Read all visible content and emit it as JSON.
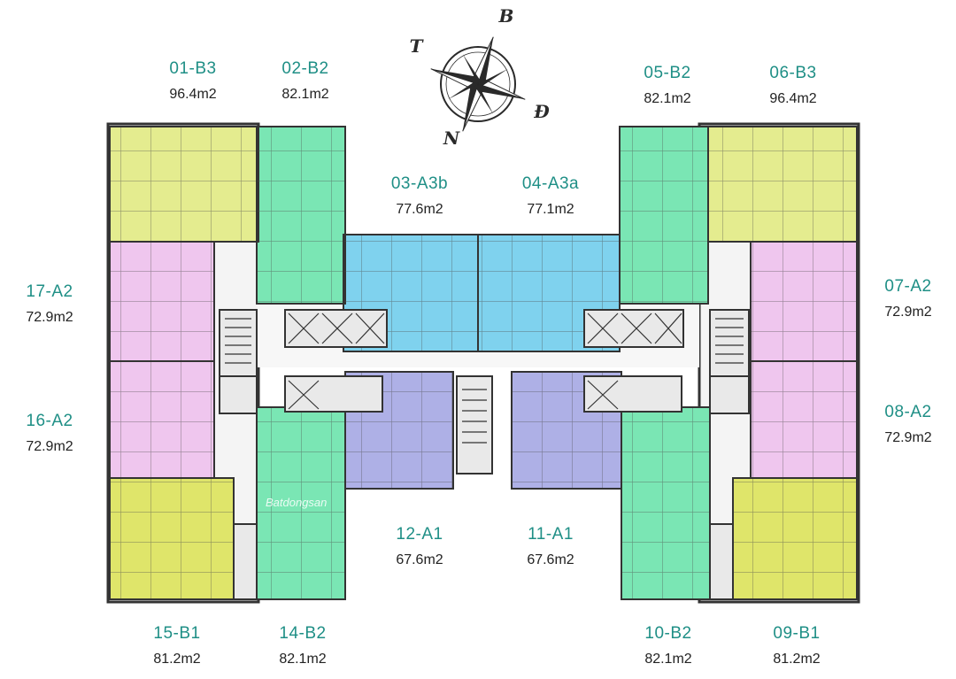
{
  "compass": {
    "north": "B",
    "south": "N",
    "east": "Đ",
    "west": "T"
  },
  "watermark": "Batdongsan",
  "colors": {
    "type_B3": "#e4ec8f",
    "type_B2": "#7ae6b4",
    "type_A3": "#7fd2ee",
    "type_A2": "#efc6ee",
    "type_A1": "#aeb0e6",
    "type_B1": "#dfe56a",
    "label_code": "#1f8f86",
    "core": "#e9e9e9"
  },
  "apartments": [
    {
      "code": "01-B3",
      "area": "96.4m2"
    },
    {
      "code": "02-B2",
      "area": "82.1m2"
    },
    {
      "code": "03-A3b",
      "area": "77.6m2"
    },
    {
      "code": "04-A3a",
      "area": "77.1m2"
    },
    {
      "code": "05-B2",
      "area": "82.1m2"
    },
    {
      "code": "06-B3",
      "area": "96.4m2"
    },
    {
      "code": "07-A2",
      "area": "72.9m2"
    },
    {
      "code": "08-A2",
      "area": "72.9m2"
    },
    {
      "code": "09-B1",
      "area": "81.2m2"
    },
    {
      "code": "10-B2",
      "area": "82.1m2"
    },
    {
      "code": "11-A1",
      "area": "67.6m2"
    },
    {
      "code": "12-A1",
      "area": "67.6m2"
    },
    {
      "code": "14-B2",
      "area": "82.1m2"
    },
    {
      "code": "15-B1",
      "area": "81.2m2"
    },
    {
      "code": "16-A2",
      "area": "72.9m2"
    },
    {
      "code": "17-A2",
      "area": "72.9m2"
    }
  ]
}
